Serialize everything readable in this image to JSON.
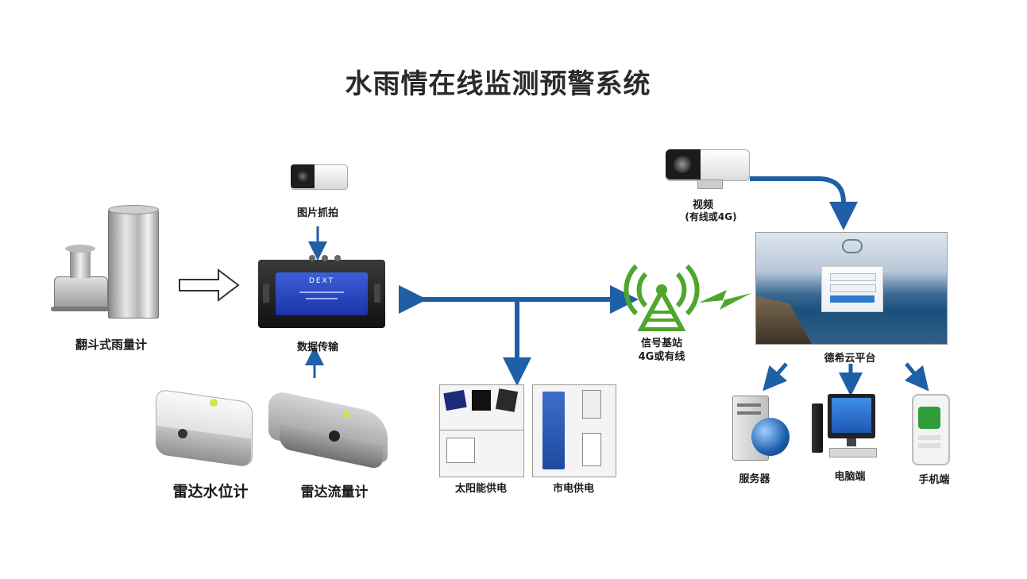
{
  "title": "水雨情在线监测预警系统",
  "colors": {
    "arrow": "#1f5fa6",
    "tower": "#4fa62d",
    "dtu_face": "#2b47c4"
  },
  "nodes": {
    "rain_gauge": {
      "label": "翻斗式雨量计",
      "icon": "tipping-bucket-rain-gauge"
    },
    "camera_small": {
      "label": "图片抓拍",
      "icon": "camera-icon"
    },
    "dtu": {
      "label": "数据传输",
      "icon": "dtu-device",
      "brand": "DEXT"
    },
    "radar_level": {
      "label": "雷达水位计",
      "icon": "radar-level-sensor"
    },
    "radar_flow": {
      "label": "雷达流量计",
      "icon": "radar-flow-sensor"
    },
    "solar_power": {
      "label": "太阳能供电",
      "icon": "solar-panel-battery"
    },
    "mains_power": {
      "label": "市电供电",
      "icon": "power-supply-breaker"
    },
    "base_station": {
      "label": "信号基站",
      "sublabel": "4G或有线",
      "icon": "signal-tower-icon"
    },
    "camera_video": {
      "label": "视频",
      "sublabel": "(有线或4G)",
      "icon": "bullet-camera-icon"
    },
    "cloud_platform": {
      "label": "德希云平台",
      "icon": "cloud-platform-screen"
    },
    "server": {
      "label": "服务器",
      "icon": "server-globe-icon"
    },
    "pc": {
      "label": "电脑端",
      "icon": "desktop-computer-icon"
    },
    "phone": {
      "label": "手机端",
      "icon": "mobile-phone-icon"
    }
  }
}
